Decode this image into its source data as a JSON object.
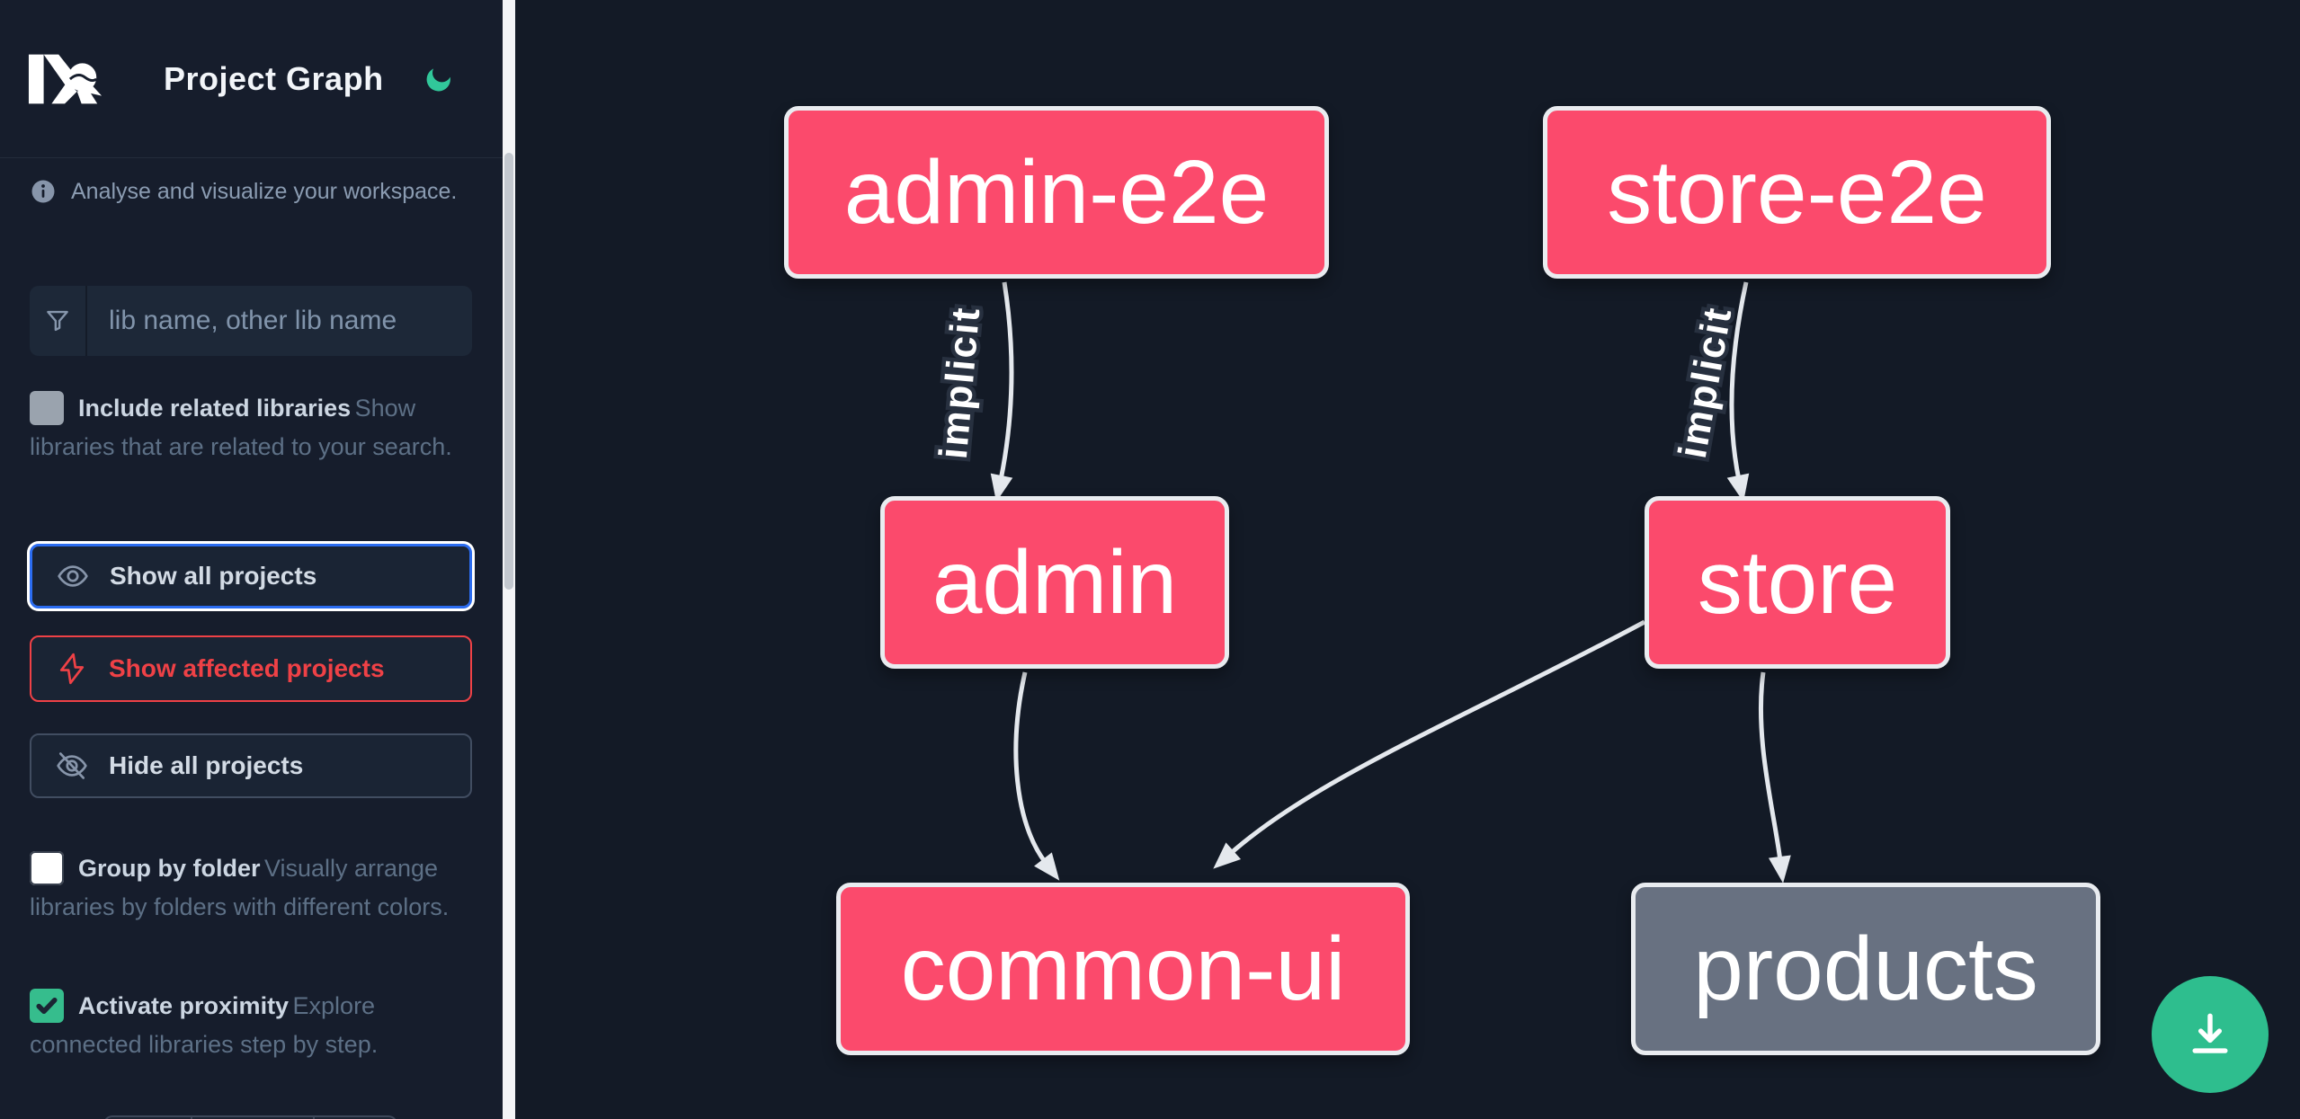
{
  "app": {
    "title": "Project Graph",
    "logo_icon": "nx-logo",
    "theme_toggle_icon": "moon-icon"
  },
  "sidebar": {
    "tagline": "Analyse and visualize your workspace.",
    "tagline_icon": "info-icon",
    "search": {
      "icon": "filter-funnel-icon",
      "placeholder": "lib name, other lib name",
      "value": ""
    },
    "checkboxes": [
      {
        "label": "Include related libraries",
        "description": "Show libraries that are related to your search.",
        "checked": false,
        "disabled": true
      },
      {
        "label": "Group by folder",
        "description": "Visually arrange libraries by folders with different colors.",
        "checked": false,
        "disabled": false
      },
      {
        "label": "Activate proximity",
        "description": "Explore connected libraries step by step.",
        "checked": true,
        "disabled": false
      }
    ],
    "buttons": [
      {
        "label": "Show all projects",
        "icon": "eye-icon",
        "state": "focused"
      },
      {
        "label": "Show affected projects",
        "icon": "lightning-bolt-icon",
        "state": "affected"
      },
      {
        "label": "Hide all projects",
        "icon": "eye-off-icon",
        "state": "default"
      }
    ]
  },
  "graph": {
    "nodes": [
      {
        "id": "admin-e2e",
        "label": "admin-e2e",
        "color": "pink"
      },
      {
        "id": "store-e2e",
        "label": "store-e2e",
        "color": "pink"
      },
      {
        "id": "admin",
        "label": "admin",
        "color": "pink"
      },
      {
        "id": "store",
        "label": "store",
        "color": "pink"
      },
      {
        "id": "common-ui",
        "label": "common-ui",
        "color": "pink"
      },
      {
        "id": "products",
        "label": "products",
        "color": "gray"
      }
    ],
    "edges": [
      {
        "from": "admin-e2e",
        "to": "admin",
        "label": "implicit"
      },
      {
        "from": "store-e2e",
        "to": "store",
        "label": "implicit"
      },
      {
        "from": "admin",
        "to": "common-ui",
        "label": ""
      },
      {
        "from": "store",
        "to": "common-ui",
        "label": ""
      },
      {
        "from": "store",
        "to": "products",
        "label": ""
      }
    ]
  },
  "fab": {
    "icon": "download-icon"
  },
  "colors": {
    "canvas_background": "#131a26",
    "sidebar_background": "#161d2c",
    "node_pink": "#fb4a6c",
    "node_gray": "#687181",
    "node_border": "#e9ecf0",
    "edge": "#e4e8ed",
    "focus_blue": "#2b6cf0",
    "affected_red": "#ef4146",
    "green": "#2ebe8e",
    "checkbox_green": "#36bd8d",
    "scrollbar_thumb": "#c3c8cf",
    "text_primary": "#f2f5f9",
    "text_label": "#ccd6e2",
    "text_muted": "#8b9cb2",
    "text_dim": "#5d7086"
  }
}
